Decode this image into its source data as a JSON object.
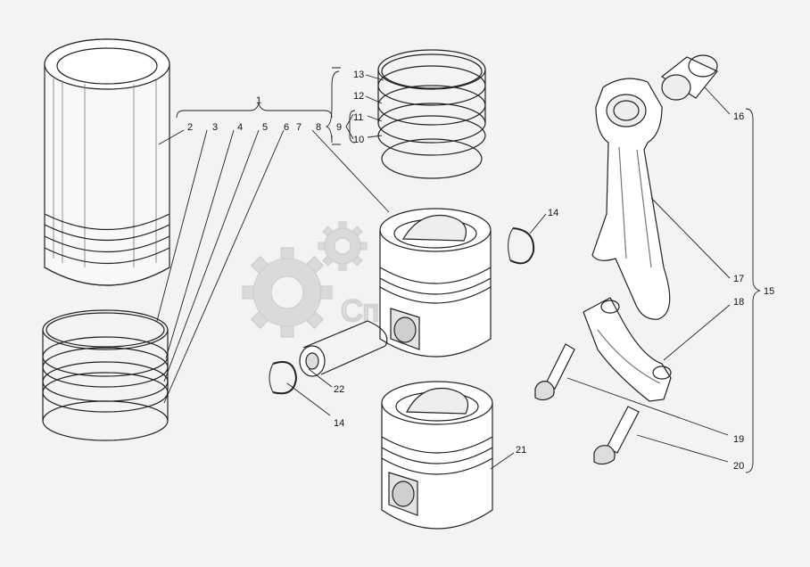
{
  "watermark": {
    "text": "СпецМаш"
  },
  "callouts": {
    "c1": "1",
    "c2": "2",
    "c3": "3",
    "c4": "4",
    "c5": "5",
    "c6": "6",
    "c7": "7",
    "c8": "8",
    "c9": "9",
    "c10": "10",
    "c11": "11",
    "c12": "12",
    "c13": "13",
    "c14a": "14",
    "c14b": "14",
    "c15": "15",
    "c16": "16",
    "c17": "17",
    "c18": "18",
    "c19": "19",
    "c20": "20",
    "c21": "21",
    "c22": "22"
  }
}
